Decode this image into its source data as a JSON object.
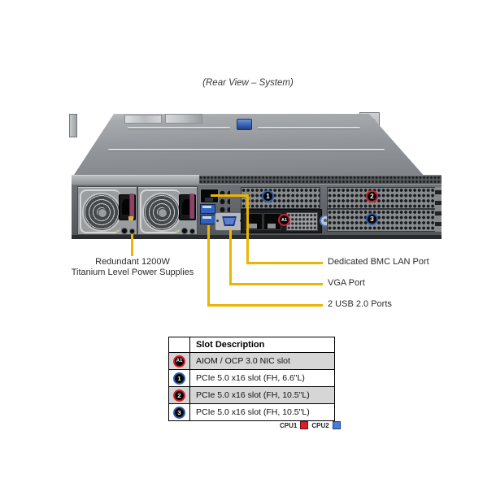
{
  "title": "(Rear View – System)",
  "callouts": {
    "psu_line1": "Redundant 1200W",
    "psu_line2": "Titanium Level Power Supplies",
    "bmc": "Dedicated BMC LAN Port",
    "vga": "VGA Port",
    "usb": "2 USB 2.0 Ports"
  },
  "table": {
    "header": "Slot Description",
    "rows": [
      {
        "badge": "A1",
        "cpu": "cpu1",
        "desc": "AIOM / OCP 3.0 NIC slot"
      },
      {
        "badge": "1",
        "cpu": "cpu2",
        "desc": "PCIe 5.0 x16 slot (FH, 6.6\"L)"
      },
      {
        "badge": "2",
        "cpu": "cpu1",
        "desc": "PCIe 5.0 x16 slot (FH, 10.5\"L)"
      },
      {
        "badge": "3",
        "cpu": "cpu2",
        "desc": "PCIe 5.0 x16 slot (FH, 10.5\"L)"
      }
    ]
  },
  "legend": [
    {
      "label": "CPU1"
    },
    {
      "label": "CPU2"
    }
  ],
  "colors": {
    "callout": "#ecb404",
    "cpu1": "#d2202e",
    "cpu2": "#2c5fb0"
  }
}
